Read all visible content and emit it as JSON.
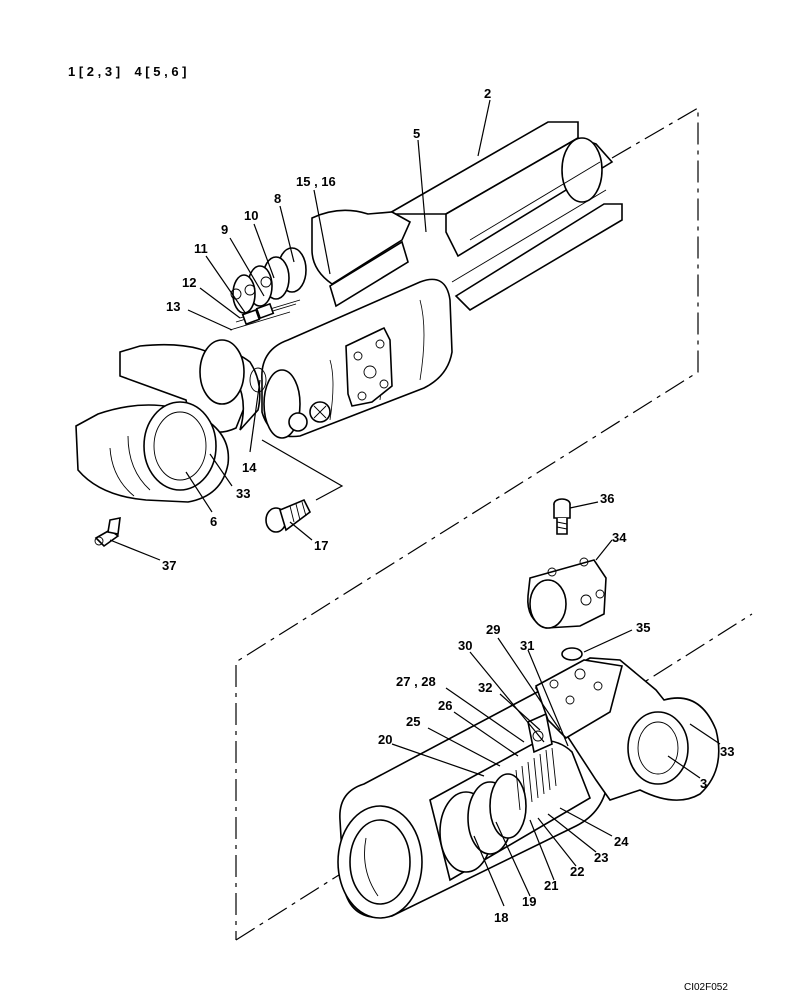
{
  "header": {
    "text": "1 [ 2 , 3 ]    4 [ 5 , 6 ]"
  },
  "figure_code": "CI02F052",
  "callouts": [
    {
      "id": "c2",
      "text": "2"
    },
    {
      "id": "c5",
      "text": "5"
    },
    {
      "id": "c1516",
      "text": "15 , 16"
    },
    {
      "id": "c8",
      "text": "8"
    },
    {
      "id": "c10",
      "text": "10"
    },
    {
      "id": "c9",
      "text": "9"
    },
    {
      "id": "c11",
      "text": "11"
    },
    {
      "id": "c12",
      "text": "12"
    },
    {
      "id": "c13",
      "text": "13"
    },
    {
      "id": "c14",
      "text": "14"
    },
    {
      "id": "c33a",
      "text": "33"
    },
    {
      "id": "c6",
      "text": "6"
    },
    {
      "id": "c17",
      "text": "17"
    },
    {
      "id": "c37",
      "text": "37"
    },
    {
      "id": "c36",
      "text": "36"
    },
    {
      "id": "c34",
      "text": "34"
    },
    {
      "id": "c35",
      "text": "35"
    },
    {
      "id": "c29",
      "text": "29"
    },
    {
      "id": "c30",
      "text": "30"
    },
    {
      "id": "c31",
      "text": "31"
    },
    {
      "id": "c2728",
      "text": "27 , 28"
    },
    {
      "id": "c32",
      "text": "32"
    },
    {
      "id": "c26",
      "text": "26"
    },
    {
      "id": "c25",
      "text": "25"
    },
    {
      "id": "c20",
      "text": "20"
    },
    {
      "id": "c33b",
      "text": "33"
    },
    {
      "id": "c3",
      "text": "3"
    },
    {
      "id": "c24",
      "text": "24"
    },
    {
      "id": "c23",
      "text": "23"
    },
    {
      "id": "c22",
      "text": "22"
    },
    {
      "id": "c21",
      "text": "21"
    },
    {
      "id": "c19",
      "text": "19"
    },
    {
      "id": "c18",
      "text": "18"
    }
  ]
}
